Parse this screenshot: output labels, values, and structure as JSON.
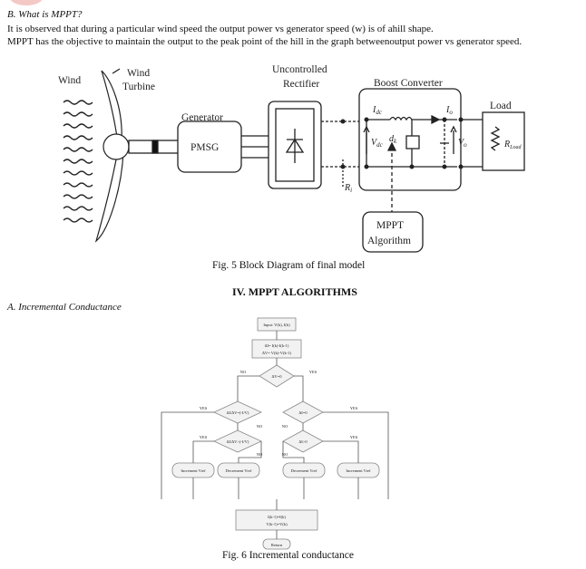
{
  "section_b": {
    "heading": "B.   What is MPPT?",
    "line1": "It is observed that during a particular wind speed the output power vs generator speed (w) is of ahill shape.",
    "line2": "MPPT has the objective to maintain the output to the peak point of the hill in the graph betweenoutput power vs generator speed."
  },
  "figure5": {
    "labels": {
      "wind": "Wind",
      "wind_turbine_1": "Wind",
      "wind_turbine_2": "Turbine",
      "generator": "Generator",
      "pmsg": "PMSG",
      "rectifier_1": "Uncontrolled",
      "rectifier_2": "Rectifier",
      "boost": "Boost Converter",
      "load": "Load",
      "mppt_1": "MPPT",
      "mppt_2": "Algorithm",
      "idc": "I",
      "idc_sub": "dc",
      "io": "I",
      "io_sub": "o",
      "vdc": "V",
      "vdc_sub": "dc",
      "vo": "V",
      "vo_sub": "o",
      "dk": "d",
      "dk_sub": "k",
      "ri": "R",
      "ri_sub": "i",
      "rload": "R",
      "rload_sub": "Load"
    },
    "caption": "Fig. 5 Block Diagram of final model"
  },
  "section_iv": {
    "title": "IV.     MPPT ALGORITHMS"
  },
  "section_a": {
    "heading": "A.    Incremental Conductance"
  },
  "figure6": {
    "labels": {
      "input": "Input: V(k), I(k)",
      "calc1": "ΔI= I(k)-I(k-1)",
      "calc2": "ΔV= V(k)-V(k-1)",
      "dv_zero": "ΔV=0",
      "no": "NO",
      "yes": "YES",
      "d_left1": "ΔI/ΔV=(-I/V)",
      "d_left2": "ΔI/ΔV>(-I/V)",
      "d_right1": "ΔI=0",
      "d_right2": "ΔI>0",
      "inc_vref": "Increment Vref",
      "dec_vref": "Decrement Vref",
      "update1": "I(k-1)=I(k)",
      "update2": "V(k-1)=V(k)",
      "return": "Return"
    },
    "caption": "Fig. 6 Incremental conductance"
  }
}
